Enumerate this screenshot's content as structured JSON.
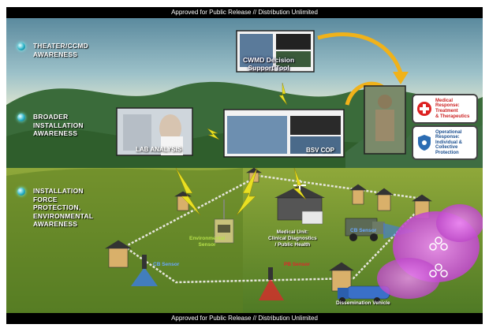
{
  "banners": {
    "top": "Approved for Public Release // Distribution Unlimited",
    "bottom": "Approved for Public Release // Distribution Unlimited"
  },
  "tiers": [
    {
      "lines": [
        "THEATER/CCMD",
        "AWARENESS"
      ]
    },
    {
      "lines": [
        "BROADER",
        "INSTALLATION",
        "AWARENESS"
      ]
    },
    {
      "lines": [
        "INSTALLATION",
        "FORCE",
        "PROTECTION,",
        "ENVIRONMENTAL",
        "AWARENESS"
      ]
    }
  ],
  "screens": {
    "cwmd": [
      "CWMD Decision",
      "Support Tool"
    ],
    "lab": "LAB ANALYSIS",
    "bsv": "BSV COP"
  },
  "response_cards": [
    {
      "lines": [
        "Medical",
        "Response:",
        "Treatment",
        "& Therapeutics"
      ]
    },
    {
      "lines": [
        "Operational",
        "Response:",
        "Individual &",
        "Collective",
        "Protection"
      ]
    }
  ],
  "callouts": {
    "env_sensor": [
      "Environmental",
      "Sensor"
    ],
    "medical_unit": [
      "Medical Unit:",
      "Clinical Diagnostics",
      "/ Public Health"
    ],
    "cb_sensor": "CB Sensor",
    "pb_sensor": "PB Sensor",
    "vehicle_sensor": "CB Sensor",
    "dissemination": "Dissemination Vehicle"
  },
  "colors": {
    "sky_top": "#6b9bb0",
    "grass": "#6a8a2c",
    "arrow": "#f0b21a",
    "bolt": "#e8e022",
    "smoke": "#d050d8",
    "env_label": "#b6e04a",
    "medical_label": "#ffffff"
  },
  "icons": [
    "shield-icon",
    "biohazard-icon",
    "medical-cross-icon",
    "lightning-icon"
  ]
}
